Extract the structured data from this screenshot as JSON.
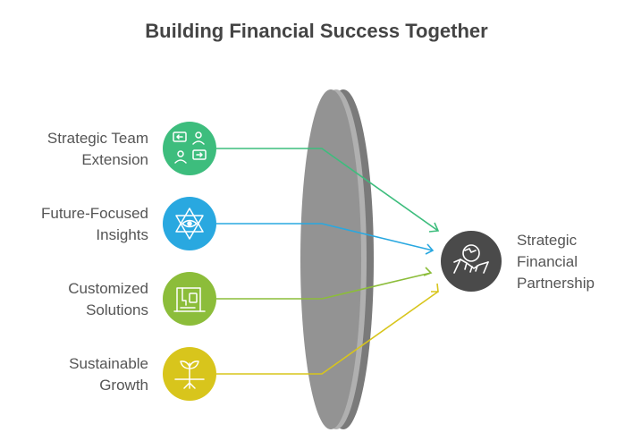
{
  "title": "Building Financial Success Together",
  "inputs": [
    {
      "line1": "Strategic Team",
      "line2": "Extension",
      "icon": "team-exchange-icon",
      "color": "#3dbd7d"
    },
    {
      "line1": "Future-Focused",
      "line2": "Insights",
      "icon": "star-eye-icon",
      "color": "#29a8e0"
    },
    {
      "line1": "Customized",
      "line2": "Solutions",
      "icon": "sewing-machine-icon",
      "color": "#8cbd3a"
    },
    {
      "line1": "Sustainable",
      "line2": "Growth",
      "icon": "sprout-icon",
      "color": "#d8c51c"
    }
  ],
  "output": {
    "line1": "Strategic",
    "line2": "Financial",
    "line3": "Partnership",
    "icon": "handshake-globe-icon",
    "color": "#4a4a4a"
  },
  "lens_color": "#8f8f8f"
}
